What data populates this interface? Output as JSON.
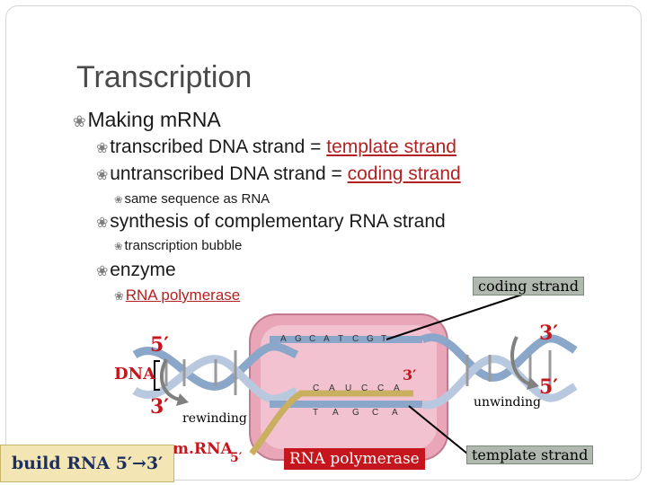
{
  "slide": {
    "title": "Transcription",
    "bullets": {
      "making": "Making mRNA",
      "transcribed_prefix": "transcribed DNA strand = ",
      "transcribed_term": "template strand",
      "untranscribed_prefix": "untranscribed DNA strand = ",
      "untranscribed_term": "coding strand",
      "same_sequence": "same sequence as RNA",
      "synthesis": "synthesis of complementary RNA strand",
      "bubble": "transcription bubble",
      "enzyme": "enzyme",
      "rna_polymerase": "RNA polymerase"
    }
  },
  "diagram": {
    "coding_strand": "coding strand",
    "template_strand": "template strand",
    "rna_polymerase": "RNA polymerase",
    "rewinding": "rewinding",
    "unwinding": "unwinding",
    "dna": "DNA",
    "mrna": "m.RNA",
    "five_prime": "5′",
    "three_prime": "3′",
    "build": "build RNA 5′→3′",
    "top_bases": [
      "A",
      "G",
      "C",
      "A",
      "T",
      "C",
      "G",
      "T"
    ],
    "bottom_bases": [
      "C",
      "A",
      "U",
      "C",
      "C",
      "A"
    ],
    "template_bases": [
      "T",
      "A",
      "G",
      "C",
      "A"
    ]
  },
  "colors": {
    "accent_red": "#c4161c",
    "polymerase_pink": "#e8a6b8",
    "label_gray": "#b0b8b0"
  }
}
